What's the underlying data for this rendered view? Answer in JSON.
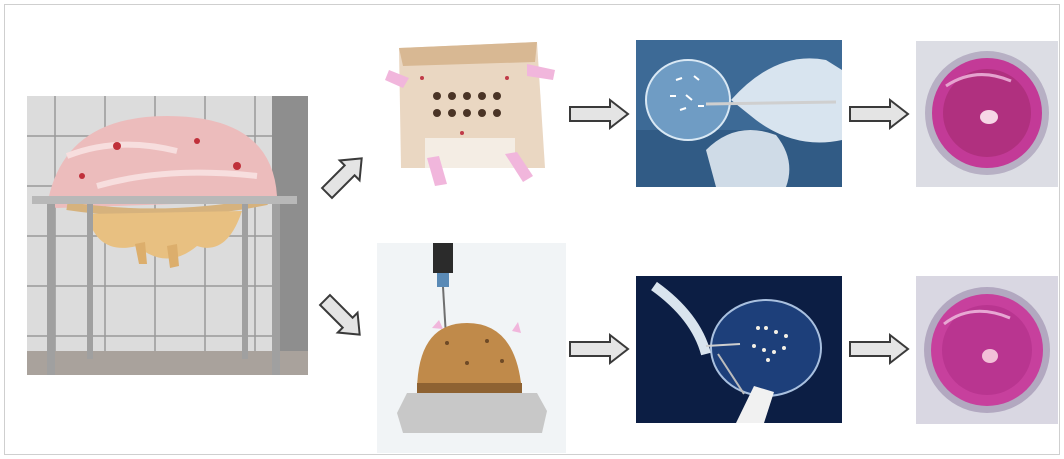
{
  "figure": {
    "layout": "workflow",
    "branches": 2,
    "background": "#ffffff",
    "arrow_fill": "#e4e4e4",
    "arrow_stroke": "#3a3a3a",
    "media_color": "#c0308f"
  },
  "panels": [
    {
      "id": "udder",
      "depicts": "udder-on-metal-stand"
    },
    {
      "id": "top_step1",
      "depicts": "tissue-slab-with-biopsy-holes"
    },
    {
      "id": "top_step2",
      "depicts": "gloved-hand-with-petri-dish"
    },
    {
      "id": "top_step3",
      "depicts": "explant-in-culture-well"
    },
    {
      "id": "bottom_step1",
      "depicts": "biopsy-needle-in-tissue-block"
    },
    {
      "id": "bottom_step2",
      "depicts": "forceps-with-petri-dish"
    },
    {
      "id": "bottom_step3",
      "depicts": "explant-in-culture-well"
    }
  ]
}
